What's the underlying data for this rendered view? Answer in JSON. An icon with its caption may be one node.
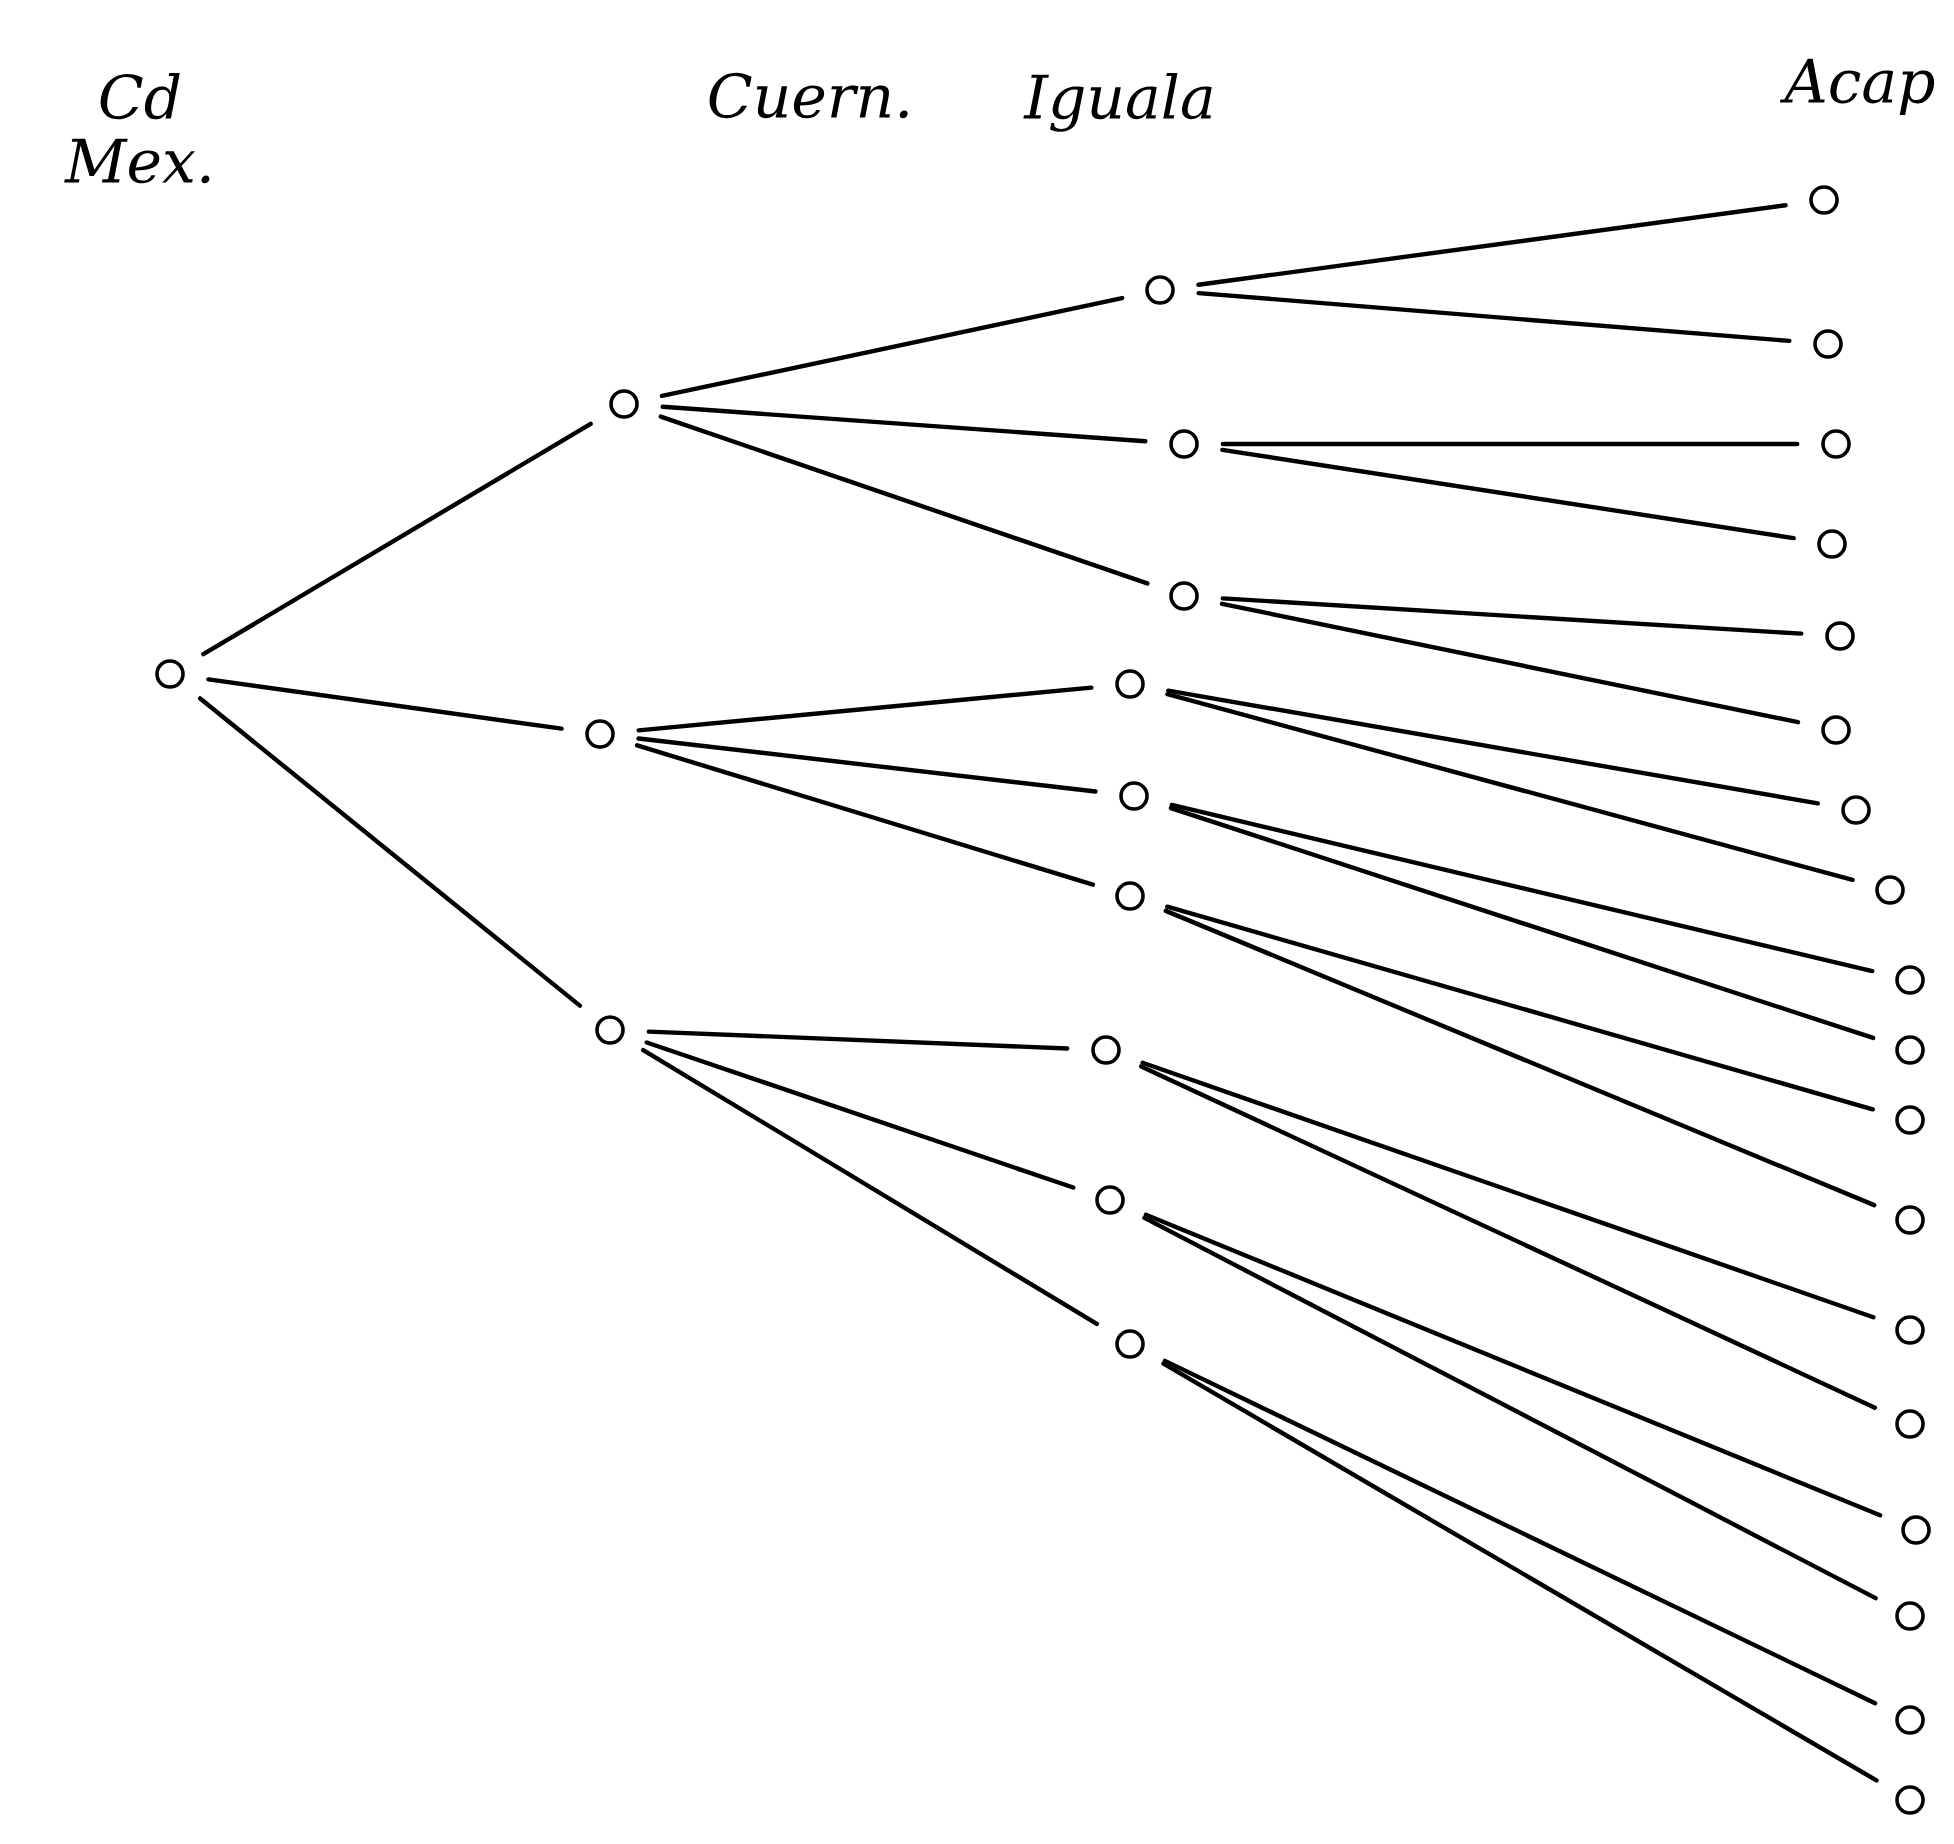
{
  "diagram": {
    "nodes": [
      {
        "text": [],
        "shape": "circle"
      },
      {
        "text": [],
        "shape": "circle"
      },
      {
        "text": [],
        "shape": "circle"
      },
      {
        "text": [],
        "shape": "circle"
      },
      {
        "text": [],
        "shape": "circle"
      },
      {
        "text": [],
        "shape": "circle"
      },
      {
        "text": [],
        "shape": "circle"
      },
      {
        "text": [],
        "shape": "circle"
      },
      {
        "text": [],
        "shape": "circle"
      },
      {
        "text": [],
        "shape": "circle"
      },
      {
        "text": [],
        "shape": "circle"
      },
      {
        "text": [],
        "shape": "circle"
      },
      {
        "text": [],
        "shape": "circle"
      },
      {
        "text": [],
        "shape": "circle"
      },
      {
        "text": [],
        "shape": "circle"
      },
      {
        "text": [],
        "shape": "circle"
      },
      {
        "text": [],
        "shape": "circle"
      },
      {
        "text": [],
        "shape": "circle"
      },
      {
        "text": [],
        "shape": "circle"
      },
      {
        "text": [],
        "shape": "circle"
      },
      {
        "text": [],
        "shape": "circle"
      },
      {
        "text": [],
        "shape": "circle"
      },
      {
        "text": [],
        "shape": "circle"
      },
      {
        "text": [],
        "shape": "circle"
      },
      {
        "text": [],
        "shape": "circle"
      },
      {
        "text": [],
        "shape": "circle"
      },
      {
        "text": [],
        "shape": "circle"
      },
      {
        "text": [],
        "shape": "circle"
      },
      {
        "text": [],
        "shape": "circle"
      },
      {
        "text": [],
        "shape": "circle"
      },
      {
        "text": [],
        "shape": "circle"
      }
    ],
    "edges": [
      {
        "from": 0,
        "to": 1,
        "arrow": "none"
      },
      {
        "from": 0,
        "to": 2,
        "arrow": "none"
      },
      {
        "from": 0,
        "to": 3,
        "arrow": "none"
      },
      {
        "from": 1,
        "to": 4,
        "arrow": "none"
      },
      {
        "from": 1,
        "to": 5,
        "arrow": "none"
      },
      {
        "from": 1,
        "to": 6,
        "arrow": "none"
      },
      {
        "from": 2,
        "to": 7,
        "arrow": "none"
      },
      {
        "from": 2,
        "to": 8,
        "arrow": "none"
      },
      {
        "from": 2,
        "to": 9,
        "arrow": "none"
      },
      {
        "from": 3,
        "to": 10,
        "arrow": "none"
      },
      {
        "from": 3,
        "to": 11,
        "arrow": "none"
      },
      {
        "from": 3,
        "to": 12,
        "arrow": "none"
      },
      {
        "from": 4,
        "to": 13,
        "arrow": "none"
      },
      {
        "from": 4,
        "to": 14,
        "arrow": "none"
      },
      {
        "from": 5,
        "to": 15,
        "arrow": "none"
      },
      {
        "from": 5,
        "to": 16,
        "arrow": "none"
      },
      {
        "from": 6,
        "to": 17,
        "arrow": "none"
      },
      {
        "from": 6,
        "to": 18,
        "arrow": "none"
      },
      {
        "from": 7,
        "to": 19,
        "arrow": "none"
      },
      {
        "from": 7,
        "to": 20,
        "arrow": "none"
      },
      {
        "from": 8,
        "to": 21,
        "arrow": "none"
      },
      {
        "from": 8,
        "to": 22,
        "arrow": "none"
      },
      {
        "from": 9,
        "to": 23,
        "arrow": "none"
      },
      {
        "from": 9,
        "to": 24,
        "arrow": "none"
      },
      {
        "from": 10,
        "to": 25,
        "arrow": "none"
      },
      {
        "from": 10,
        "to": 26,
        "arrow": "none"
      },
      {
        "from": 11,
        "to": 27,
        "arrow": "none"
      },
      {
        "from": 11,
        "to": 28,
        "arrow": "none"
      },
      {
        "from": 12,
        "to": 29,
        "arrow": "none"
      },
      {
        "from": 12,
        "to": 30,
        "arrow": "none"
      }
    ],
    "labels": [
      "Cd Mex.",
      "Cuern.",
      "Iguala",
      "Acap"
    ]
  }
}
